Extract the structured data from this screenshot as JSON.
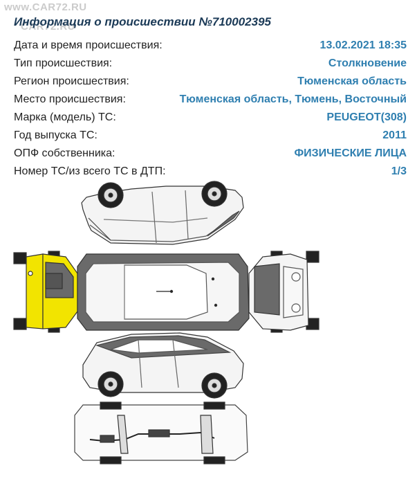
{
  "watermark": [
    "www.CAR72.RU",
    "CAR72.RU"
  ],
  "title": "Информация о происшествии №710002395",
  "rows": [
    {
      "label": "Дата и время происшествия:",
      "value": "13.02.2021 18:35"
    },
    {
      "label": "Тип происшествия:",
      "value": "Столкновение"
    },
    {
      "label": "Регион происшествия:",
      "value": "Тюменская область"
    },
    {
      "label": "Место происшествия:",
      "value": "Тюменская область, Тюмень, Восточный"
    },
    {
      "label": "Марка (модель) ТС:",
      "value": "PEUGEOT(308)"
    },
    {
      "label": "Год выпуска ТС:",
      "value": "2011"
    },
    {
      "label": "ОПФ собственника:",
      "value": "ФИЗИЧЕСКИЕ ЛИЦА"
    },
    {
      "label": "Номер ТС/из всего ТС в ДТП:",
      "value": "1/3"
    }
  ],
  "damage": {
    "zone": "rear",
    "highlight_color": "#f2e400"
  },
  "colors": {
    "title": "#1b3a57",
    "value": "#2f7fb0",
    "label": "#222222"
  }
}
